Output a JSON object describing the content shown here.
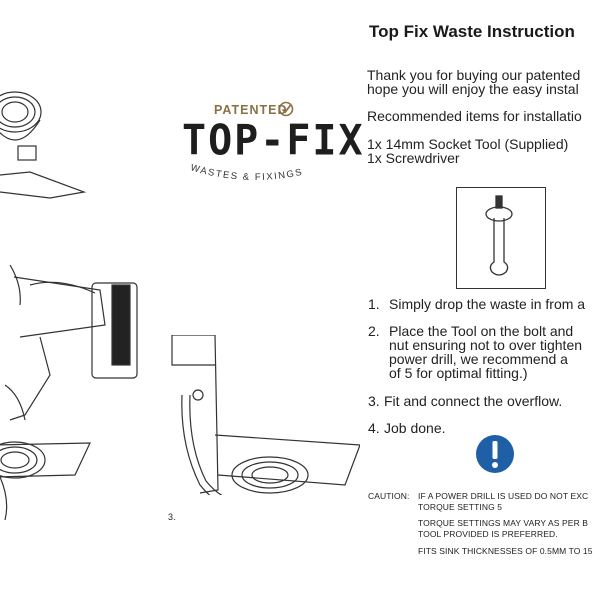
{
  "heading": {
    "title": "Top Fix Waste Instruction"
  },
  "intro": {
    "line1": "Thank you for buying our patented",
    "line2": "hope you will enjoy the easy instal",
    "recommended": "Recommended items for installatio",
    "item1": "1x 14mm Socket Tool (Supplied)",
    "item2": "1x Screwdriver"
  },
  "logo": {
    "patented": "PATENTED",
    "brand": "TOP-FIX",
    "tagline": "WASTES & FIXINGS"
  },
  "steps": [
    {
      "num": "1.",
      "text": "Simply drop the waste in from a"
    },
    {
      "num": "2.",
      "text": "Place the Tool on the bolt and",
      "line2": "nut ensuring not to over tighten",
      "line3": "power drill, we recommend a",
      "line4": "of 5 for optimal fitting.)"
    },
    {
      "num": "3.",
      "text": "Fit and connect the overflow."
    },
    {
      "num": "4.",
      "text": "Job done."
    }
  ],
  "figure_labels": {
    "fig3": "3."
  },
  "caution": {
    "label": "CAUTION:",
    "line1": "IF A POWER DRILL IS USED DO NOT EXC",
    "line2": "TORQUE SETTING 5",
    "line3": "TORQUE SETTINGS MAY VARY AS PER B",
    "line4": "TOOL PROVIDED IS PREFERRED.",
    "line5": "FITS SINK THICKNESSES OF 0.5MM TO 15"
  },
  "colors": {
    "brand_gold": "#8a7245",
    "info_blue": "#1f5fa6",
    "ink": "#1a1a1a"
  },
  "icons": [
    "checkmark-icon",
    "info-exclamation-icon",
    "socket-tool-icon"
  ]
}
